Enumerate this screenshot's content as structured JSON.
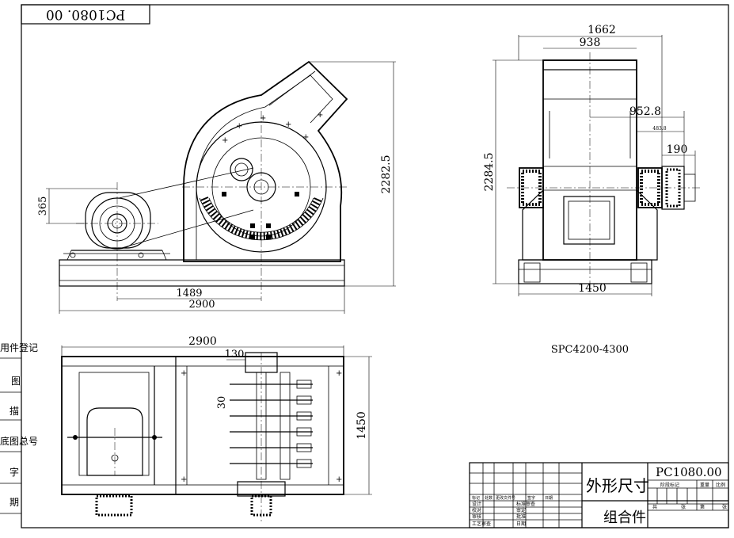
{
  "drawing_number": "PC1080.00",
  "drawing_number_corner": "PC1080. 00",
  "model_text": "SPC4200-4300",
  "dimensions": {
    "front_height": "2282.5",
    "front_motor_offset": "365",
    "front_motor_center": "1489",
    "front_total_length": "2900",
    "side_total_width": "1662",
    "side_top_width": "938",
    "side_shaft_offset": "952.8",
    "side_small_offset": "483.8",
    "side_pulley": "190",
    "side_height": "2284.5",
    "side_base_width": "1450",
    "top_total_length": "2900",
    "top_offset": "130",
    "top_spacing": "30",
    "top_width": "1450"
  },
  "left_margin_labels": [
    "用件登记",
    "图",
    "描",
    "底图总号",
    "字",
    "期"
  ],
  "title_block": {
    "part_name": "外形尺寸",
    "drawing_number": "PC1080.00",
    "assembly_type": "组合件",
    "small_headers": [
      "标记",
      "处数",
      "更改文件号",
      "签字",
      "日期"
    ],
    "role_labels": [
      "设计",
      "校对",
      "审核",
      "工艺审查"
    ],
    "right_role_labels": [
      "标准审查",
      "审定",
      "批准",
      "日期"
    ],
    "stage_labels": [
      "阶段标记",
      "重量",
      "比例"
    ],
    "sheet_labels": [
      "共",
      "张",
      "第",
      "张"
    ]
  }
}
